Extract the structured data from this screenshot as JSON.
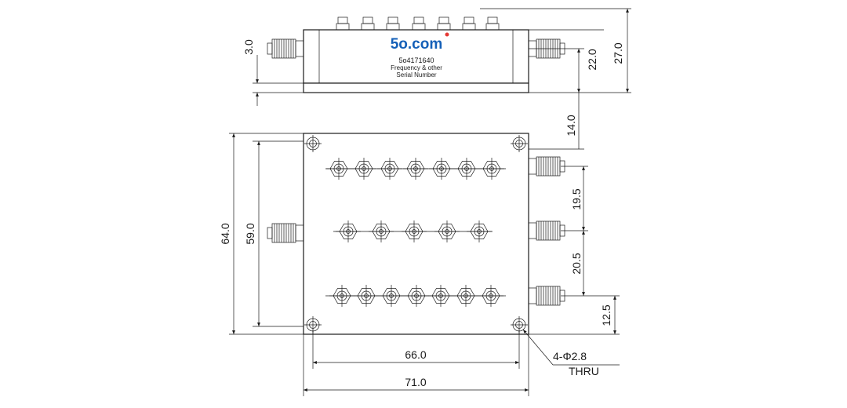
{
  "logo": {
    "text_part1": "5o",
    "text_part2": ".com",
    "brand_color": "#1560b8",
    "dot_color": "#e53935"
  },
  "label": {
    "model": "5o4171640",
    "line2": "Frequency & other",
    "line3": "Serial Number"
  },
  "dims": {
    "d3_0": "3.0",
    "d22_0": "22.0",
    "d27_0": "27.0",
    "d14_0": "14.0",
    "d64_0": "64.0",
    "d59_0": "59.0",
    "d19_5": "19.5",
    "d20_5": "20.5",
    "d12_5": "12.5",
    "d66_0": "66.0",
    "d71_0": "71.0",
    "hole_note": "4-Φ2.8",
    "thru": "THRU"
  }
}
